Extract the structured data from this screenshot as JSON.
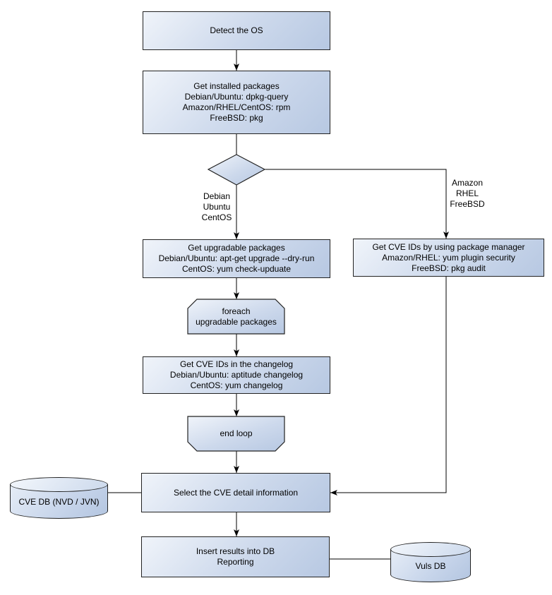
{
  "nodes": {
    "detect_os": {
      "lines": [
        "Detect the OS"
      ]
    },
    "get_installed": {
      "lines": [
        "Get installed packages",
        "Debian/Ubuntu: dpkg-query",
        "Amazon/RHEL/CentOS: rpm",
        "FreeBSD: pkg"
      ]
    },
    "get_upgradable": {
      "lines": [
        "Get upgradable packages",
        "Debian/Ubuntu: apt-get upgrade --dry-run",
        "CentOS: yum check-upduate"
      ]
    },
    "get_cve_pkg_mgr": {
      "lines": [
        "Get CVE IDs by using package manager",
        "Amazon/RHEL: yum plugin security",
        "FreeBSD: pkg audit"
      ]
    },
    "foreach_loop": {
      "lines": [
        "foreach",
        "upgradable packages"
      ]
    },
    "get_cve_changelog": {
      "lines": [
        "Get CVE IDs in the changelog",
        "Debian/Ubuntu: aptitude changelog",
        "CentOS: yum changelog"
      ]
    },
    "end_loop": {
      "lines": [
        "end loop"
      ]
    },
    "select_cve": {
      "lines": [
        "Select the CVE detail information"
      ]
    },
    "cve_db": {
      "lines": [
        "CVE DB (NVD / JVN)"
      ]
    },
    "insert_results": {
      "lines": [
        "Insert results into DB",
        "Reporting"
      ]
    },
    "vuls_db": {
      "lines": [
        "Vuls DB"
      ]
    }
  },
  "edge_labels": {
    "left_branch": [
      "Debian",
      "Ubuntu",
      "CentOS"
    ],
    "right_branch": [
      "Amazon",
      "RHEL",
      "FreeBSD"
    ]
  },
  "colors": {
    "shape_fill_light": "#f0f4fa",
    "shape_fill_dark": "#b7c8e2",
    "shape_border": "#222222",
    "connector": "#000000",
    "background": "#ffffff"
  }
}
